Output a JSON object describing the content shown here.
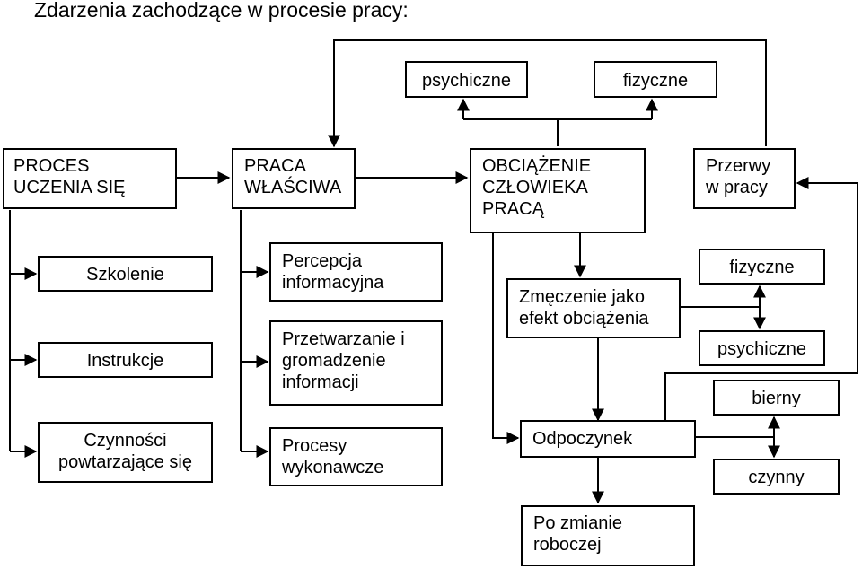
{
  "title": "Zdarzenia zachodzące w procesie pracy:",
  "boxes": {
    "proces_uczenia": "PROCES\nUCZENIA SIĘ",
    "praca_wlasciwa": "PRACA\nWŁAŚCIWA",
    "obciazenie": "OBCIĄŻENIE\nCZŁOWIEKA\nPRACĄ",
    "przerwy": "Przerwy\nw pracy",
    "psychiczne_top": "psychiczne",
    "fizyczne_top": "fizyczne",
    "szkolenie": "Szkolenie",
    "instrukcje": "Instrukcje",
    "czynnosci": "Czynności\npowtarzające się",
    "percepcja": "Percepcja\ninformacyjna",
    "przetwarzanie": "Przetwarzanie i\ngromadzenie\ninformacji",
    "procesy": "Procesy\nwykonawcze",
    "zmeczenie": "Zmęczenie jako\nefekt obciążenia",
    "fizyczne_right": "fizyczne",
    "psychiczne_right": "psychiczne",
    "bierny": "bierny",
    "odpoczynek": "Odpoczynek",
    "czynny": "czynny",
    "po_zmianie": "Po zmianie\nroboczej"
  }
}
